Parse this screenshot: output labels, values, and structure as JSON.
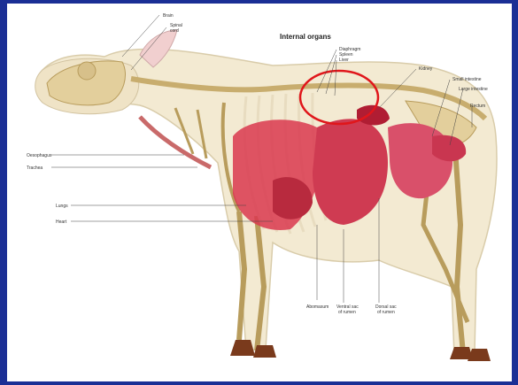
{
  "title": "Internal organs",
  "labels": {
    "brain": "Brain",
    "spinal_cord_1": "Spinal",
    "spinal_cord_2": "cord",
    "diaphragm": "Diaphragm",
    "spleen": "Spleen",
    "liver": "Liver",
    "kidney": "Kidney",
    "small_intestine": "Small intestine",
    "large_intestine": "Large intestine",
    "rectum": "Rectum",
    "oesophagus": "Oesophagus",
    "trachea": "Trachea",
    "lungs": "Lungs",
    "heart": "Heart",
    "abomasum": "Abomasum",
    "ventral_sac_1": "Ventral sac",
    "ventral_sac_2": "of rumen",
    "dorsal_sac_1": "Dorsal sac",
    "dorsal_sac_2": "of rumen"
  },
  "colors": {
    "frame": "#1b2f95",
    "body": "#f3ead2",
    "bone": "#e3cf9c",
    "organ": "#d9384f",
    "highlight": "#e0161b"
  }
}
